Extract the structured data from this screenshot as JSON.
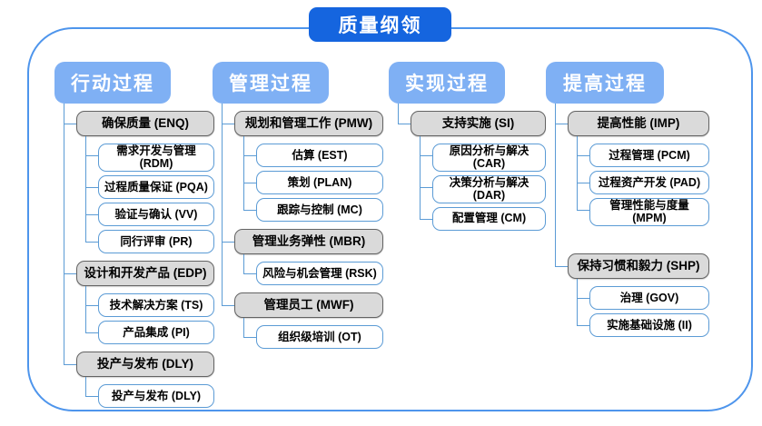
{
  "title": "质量纲领",
  "colors": {
    "frame_blue": "#4E95EC",
    "line_blue": "#5B9BD5",
    "header_blue": "#7FB0F4",
    "title_blue": "#1565DF",
    "gray_fill": "#DADADA",
    "gray_border": "#636363"
  },
  "columns": [
    {
      "header": "行动过程",
      "groups": [
        {
          "label": "确保质量 (ENQ)",
          "children": [
            {
              "label": "需求开发与管理 (RDM)"
            },
            {
              "label": "过程质量保证 (PQA)"
            },
            {
              "label": "验证与确认 (VV)"
            },
            {
              "label": "同行评审 (PR)"
            }
          ]
        },
        {
          "label": "设计和开发产品 (EDP)",
          "children": [
            {
              "label": "技术解决方案 (TS)"
            },
            {
              "label": "产品集成 (PI)"
            }
          ]
        },
        {
          "label": "投产与发布 (DLY)",
          "children": [
            {
              "label": "投产与发布 (DLY)"
            }
          ]
        }
      ]
    },
    {
      "header": "管理过程",
      "groups": [
        {
          "label": "规划和管理工作 (PMW)",
          "children": [
            {
              "label": "估算 (EST)"
            },
            {
              "label": "策划 (PLAN)"
            },
            {
              "label": "跟踪与控制 (MC)"
            }
          ]
        },
        {
          "label": "管理业务弹性 (MBR)",
          "children": [
            {
              "label": "风险与机会管理 (RSK)"
            }
          ]
        },
        {
          "label": "管理员工 (MWF)",
          "children": [
            {
              "label": "组织级培训 (OT)"
            }
          ]
        }
      ]
    },
    {
      "header": "实现过程",
      "groups": [
        {
          "label": "支持实施 (SI)",
          "children": [
            {
              "label": "原因分析与解决 (CAR)"
            },
            {
              "label": "决策分析与解决 (DAR)"
            },
            {
              "label": "配置管理 (CM)"
            }
          ]
        }
      ]
    },
    {
      "header": "提高过程",
      "groups": [
        {
          "label": "提高性能 (IMP)",
          "children": [
            {
              "label": "过程管理 (PCM)"
            },
            {
              "label": "过程资产开发 (PAD)"
            },
            {
              "label": "管理性能与度量\n(MPM)"
            }
          ]
        },
        {
          "label": "保持习惯和毅力 (SHP)",
          "children": [
            {
              "label": "治理 (GOV)"
            },
            {
              "label": "实施基础设施 (II)"
            }
          ]
        }
      ]
    }
  ]
}
